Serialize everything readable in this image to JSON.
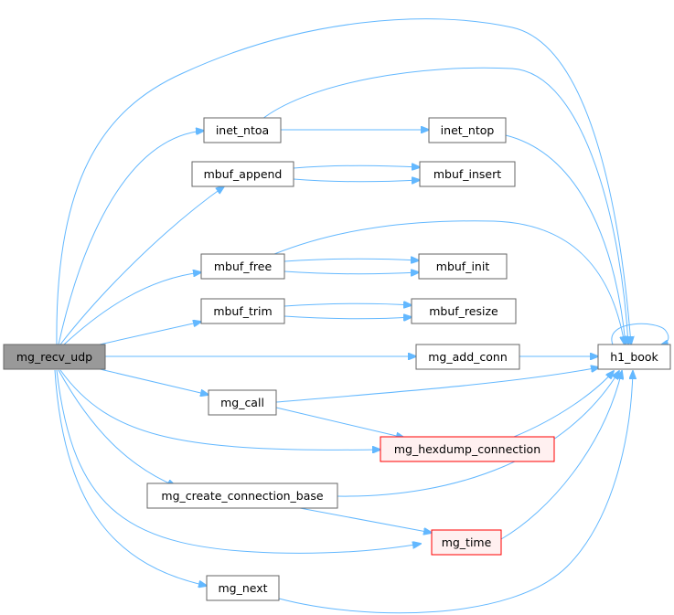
{
  "nodes": {
    "mg_recv_udp": "mg_recv_udp",
    "inet_ntoa": "inet_ntoa",
    "inet_ntop": "inet_ntop",
    "mbuf_append": "mbuf_append",
    "mbuf_insert": "mbuf_insert",
    "mbuf_free": "mbuf_free",
    "mbuf_init": "mbuf_init",
    "mbuf_trim": "mbuf_trim",
    "mbuf_resize": "mbuf_resize",
    "mg_add_conn": "mg_add_conn",
    "h1_book": "h1_book",
    "mg_call": "mg_call",
    "mg_hexdump_connection": "mg_hexdump_connection",
    "mg_create_connection_base": "mg_create_connection_base",
    "mg_time": "mg_time",
    "mg_next": "mg_next"
  },
  "colors": {
    "edge": "#63b8ff",
    "root_fill": "#999999",
    "node_border": "#666666",
    "highlight_border": "#ff0000",
    "highlight_fill": "#fff0f0"
  }
}
